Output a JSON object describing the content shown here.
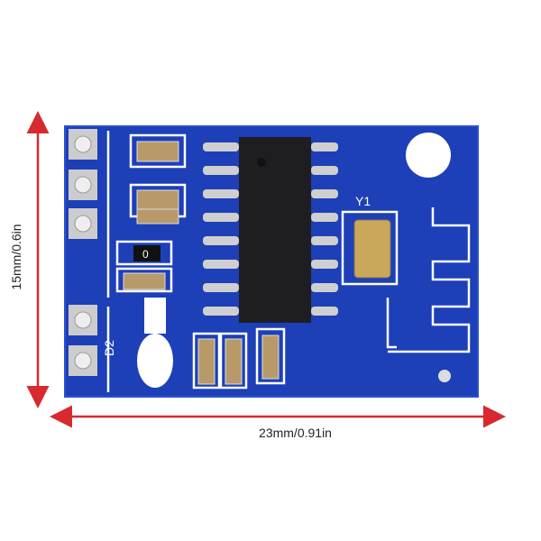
{
  "dimensions": {
    "width_label": "23mm/0.91in",
    "height_label": "15mm/0.6in"
  },
  "silkscreen": {
    "crystal_label": "Y1",
    "diode_label": "D2",
    "resistor_label": "0"
  },
  "colors": {
    "board": "#1d3fb8",
    "arrow": "#d8292f",
    "chip": "#1e1e22",
    "silk": "#ffffff",
    "pad": "#c9c9c9"
  }
}
